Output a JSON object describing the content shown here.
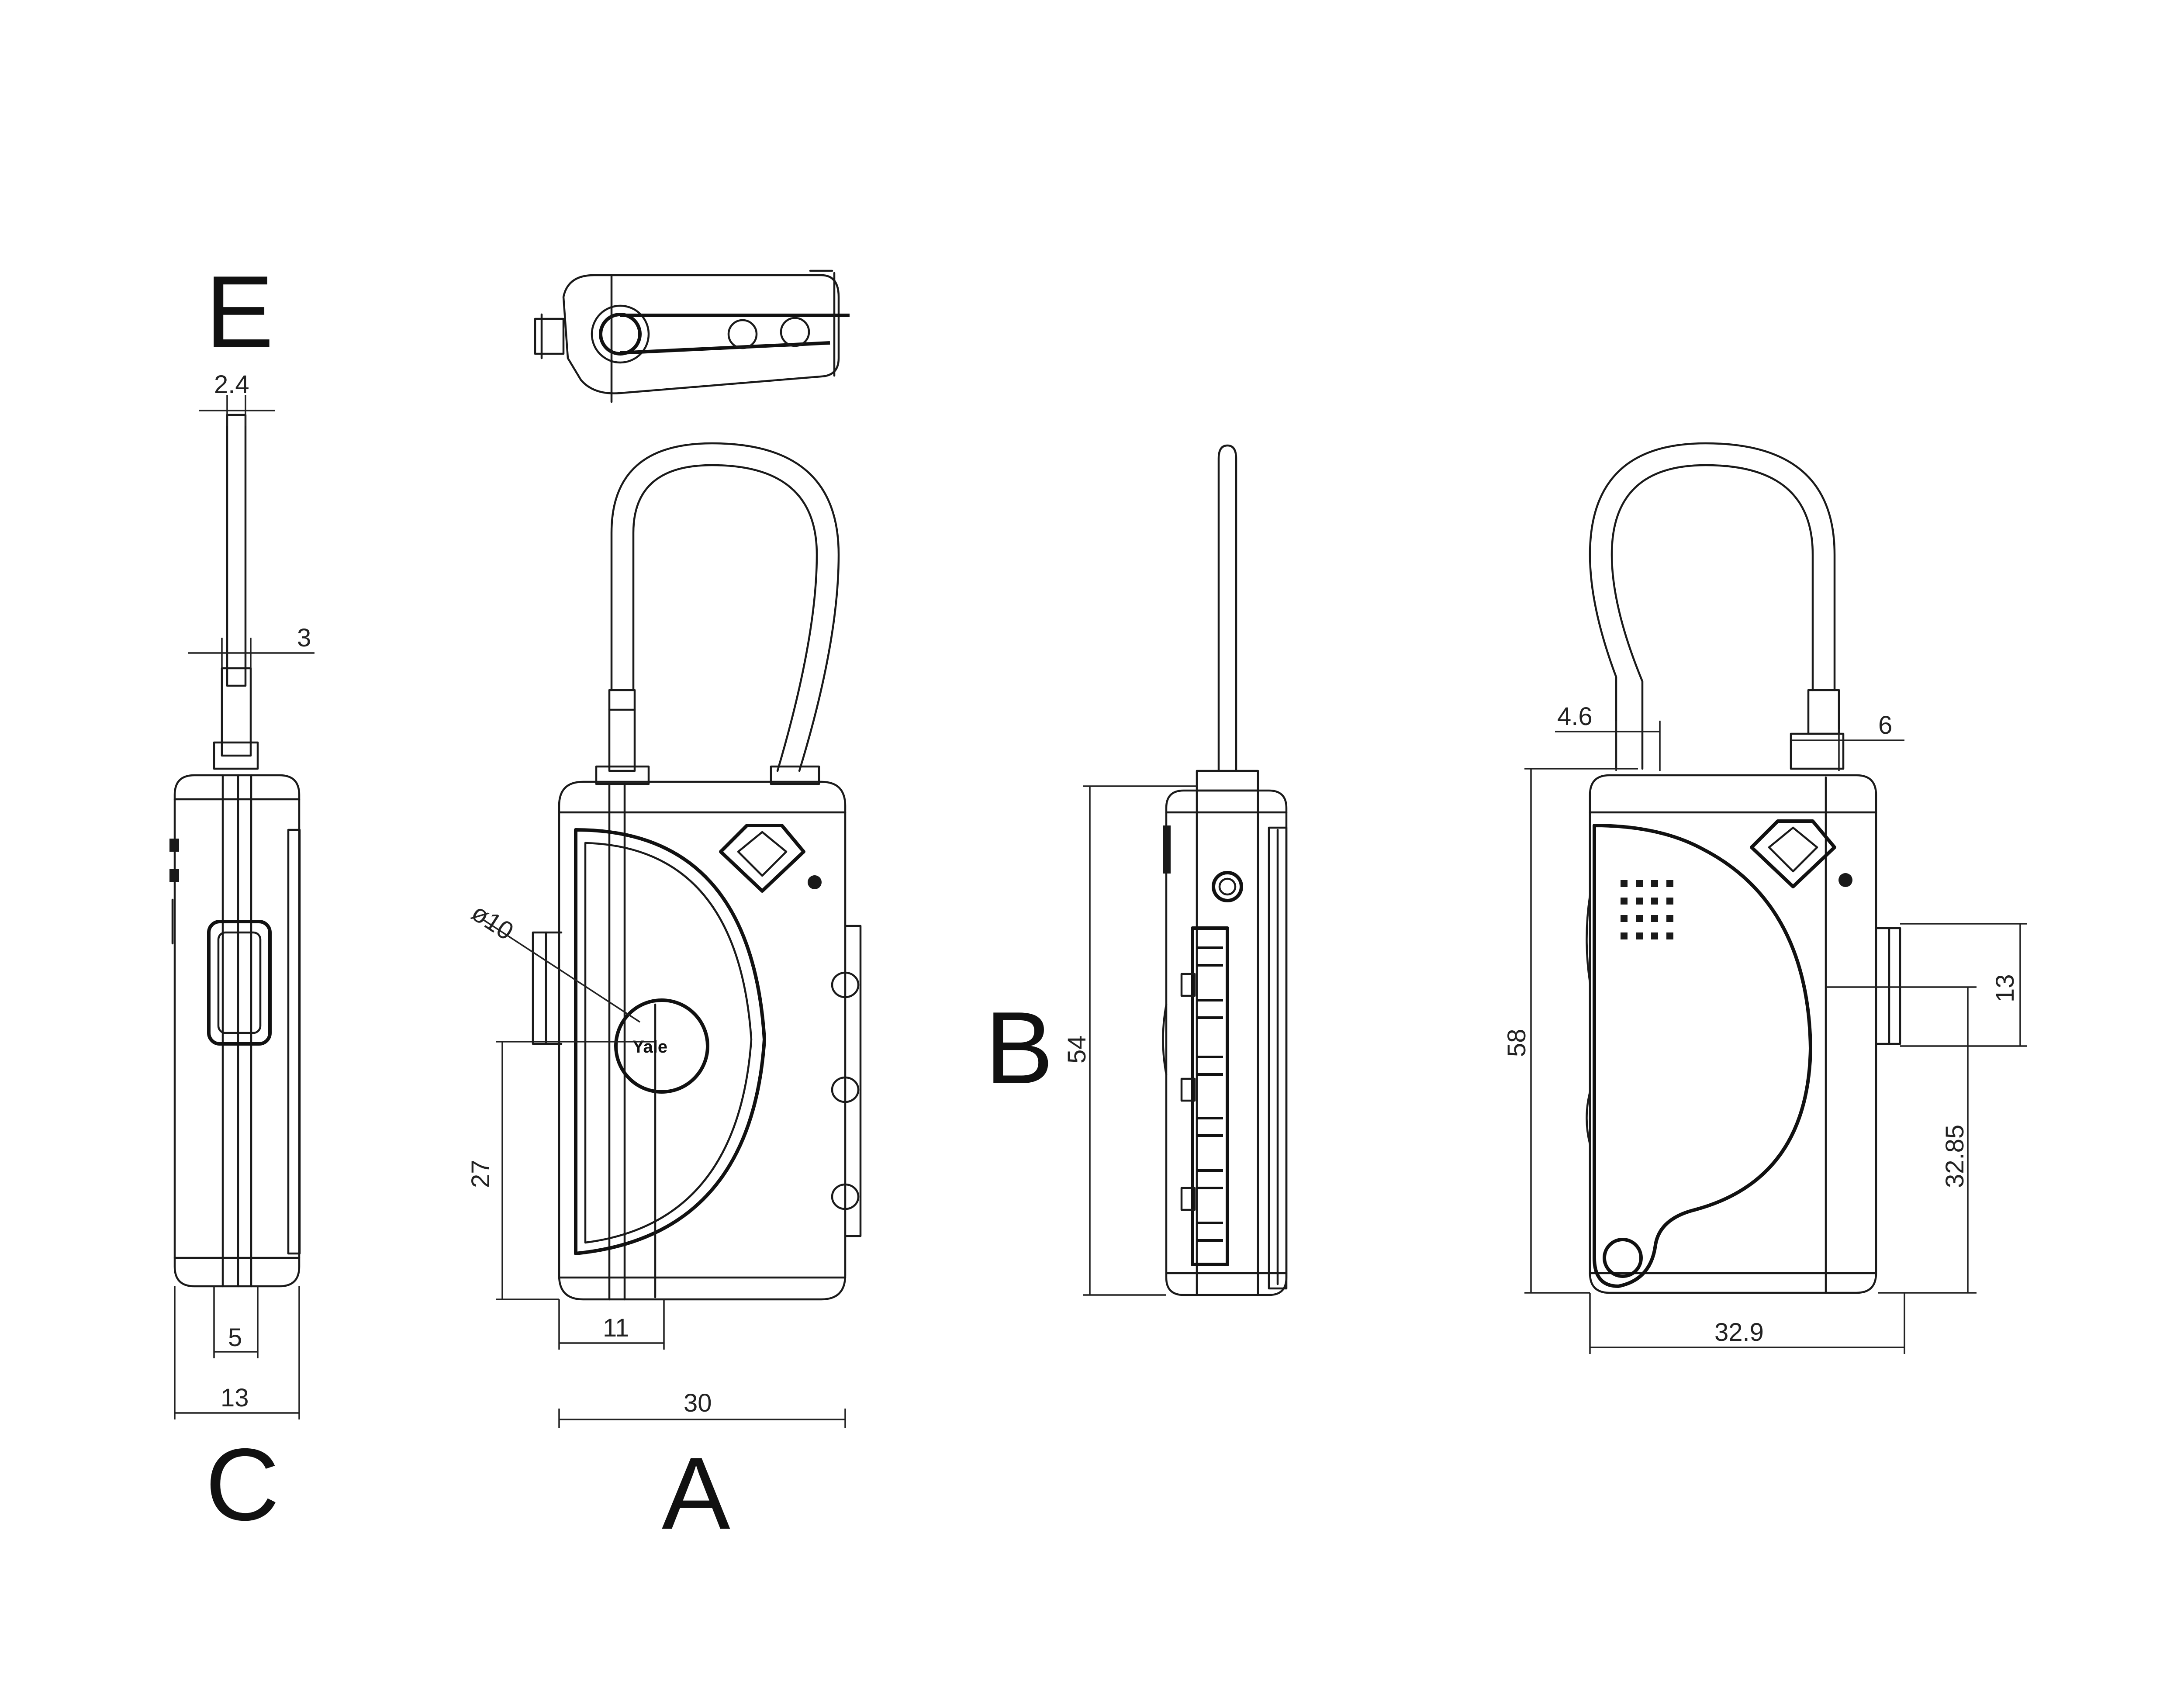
{
  "labels": {
    "view_e": "E",
    "view_c": "C",
    "view_a": "A",
    "view_b": "B"
  },
  "brand": "Yale",
  "dimensions": {
    "e_shackle_top": "2.4",
    "e_shackle_collar": "3",
    "c_core": "5",
    "c_body": "13",
    "a_keyhole": "ø10",
    "a_height_to_keyhole": "27",
    "a_keyhole_offset": "11",
    "a_body_width": "30",
    "b_body_height": "54",
    "rear_left_collar": "4.6",
    "rear_right_collar": "6",
    "rear_height": "58",
    "rear_button": "13",
    "rear_button_height": "32.85",
    "rear_width": "32.9"
  }
}
